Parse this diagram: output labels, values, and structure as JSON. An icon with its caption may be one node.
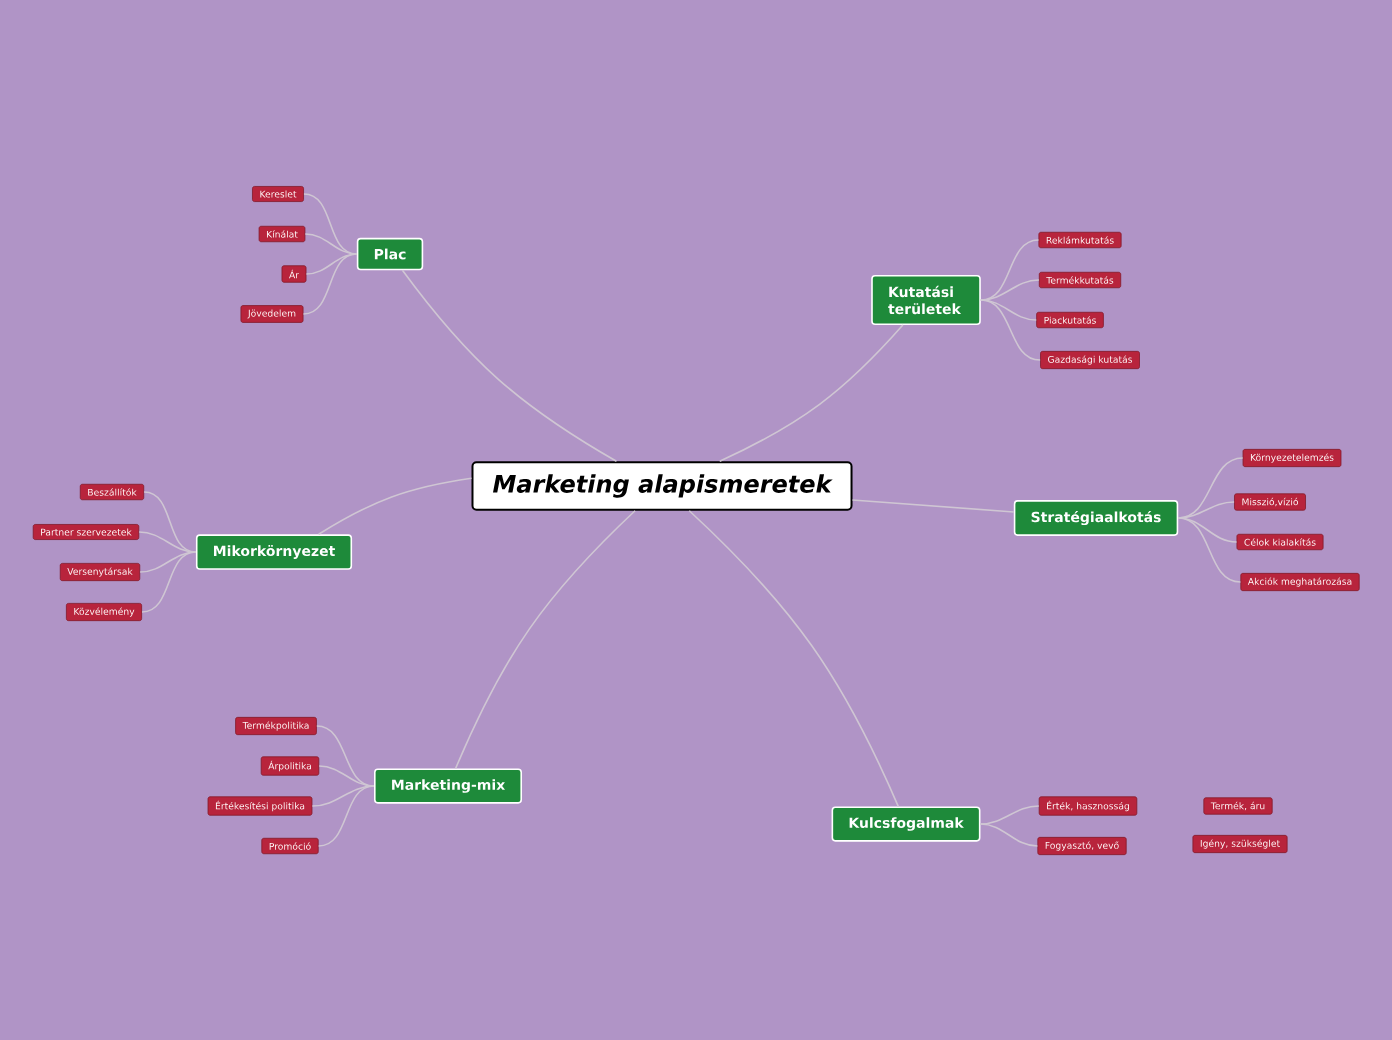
{
  "diagram": {
    "nodes": [
      {
        "text": [
          "Marketing alapismeretek"
        ]
      },
      {
        "text": [
          "Plac"
        ]
      },
      {
        "text": [
          "Kereslet"
        ]
      },
      {
        "text": [
          "Kínálat"
        ]
      },
      {
        "text": [
          "Ár"
        ]
      },
      {
        "text": [
          "Jövedelem"
        ]
      },
      {
        "text": [
          "Kutatási területek"
        ]
      },
      {
        "text": [
          "Reklámkutatás"
        ]
      },
      {
        "text": [
          "Termékkutatás"
        ]
      },
      {
        "text": [
          "Piackutatás"
        ]
      },
      {
        "text": [
          "Gazdasági kutatás"
        ]
      },
      {
        "text": [
          "Stratégiaalkotás"
        ]
      },
      {
        "text": [
          "Környezetelemzés"
        ]
      },
      {
        "text": [
          "Misszió,vízió"
        ]
      },
      {
        "text": [
          "Célok kialakítás"
        ]
      },
      {
        "text": [
          "Akciók meghatározása"
        ]
      },
      {
        "text": [
          "Mikorkörnyezet"
        ]
      },
      {
        "text": [
          "Beszállítók"
        ]
      },
      {
        "text": [
          "Partner szervezetek"
        ]
      },
      {
        "text": [
          "Versenytársak"
        ]
      },
      {
        "text": [
          "Közvélemény"
        ]
      },
      {
        "text": [
          "Marketing-mix"
        ]
      },
      {
        "text": [
          "Termékpolitika"
        ]
      },
      {
        "text": [
          "Árpolitika"
        ]
      },
      {
        "text": [
          "Értékesítési politika"
        ]
      },
      {
        "text": [
          "Promóció"
        ]
      },
      {
        "text": [
          "Kulcsfogalmak"
        ]
      },
      {
        "text": [
          "Érték, hasznosság"
        ]
      },
      {
        "text": [
          "Fogyasztó, vevő"
        ]
      },
      {
        "text": [
          "Termék, áru"
        ]
      },
      {
        "text": [
          "Igény, szükséglet"
        ]
      }
    ],
    "edges": [
      {
        "from": 0,
        "to": 1,
        "arrow": "none"
      },
      {
        "from": 0,
        "to": 6,
        "arrow": "none"
      },
      {
        "from": 0,
        "to": 11,
        "arrow": "none"
      },
      {
        "from": 0,
        "to": 16,
        "arrow": "none"
      },
      {
        "from": 0,
        "to": 21,
        "arrow": "none"
      },
      {
        "from": 0,
        "to": 26,
        "arrow": "none"
      },
      {
        "from": 1,
        "to": 2,
        "arrow": "none"
      },
      {
        "from": 1,
        "to": 3,
        "arrow": "none"
      },
      {
        "from": 1,
        "to": 4,
        "arrow": "none"
      },
      {
        "from": 1,
        "to": 5,
        "arrow": "none"
      },
      {
        "from": 6,
        "to": 7,
        "arrow": "none"
      },
      {
        "from": 6,
        "to": 8,
        "arrow": "none"
      },
      {
        "from": 6,
        "to": 9,
        "arrow": "none"
      },
      {
        "from": 6,
        "to": 10,
        "arrow": "none"
      },
      {
        "from": 11,
        "to": 12,
        "arrow": "none"
      },
      {
        "from": 11,
        "to": 13,
        "arrow": "none"
      },
      {
        "from": 11,
        "to": 14,
        "arrow": "none"
      },
      {
        "from": 11,
        "to": 15,
        "arrow": "none"
      },
      {
        "from": 16,
        "to": 17,
        "arrow": "none"
      },
      {
        "from": 16,
        "to": 18,
        "arrow": "none"
      },
      {
        "from": 16,
        "to": 19,
        "arrow": "none"
      },
      {
        "from": 16,
        "to": 20,
        "arrow": "none"
      },
      {
        "from": 21,
        "to": 22,
        "arrow": "none"
      },
      {
        "from": 21,
        "to": 23,
        "arrow": "none"
      },
      {
        "from": 21,
        "to": 24,
        "arrow": "none"
      },
      {
        "from": 21,
        "to": 25,
        "arrow": "none"
      },
      {
        "from": 26,
        "to": 27,
        "arrow": "none"
      },
      {
        "from": 26,
        "to": 28,
        "arrow": "none"
      }
    ]
  }
}
